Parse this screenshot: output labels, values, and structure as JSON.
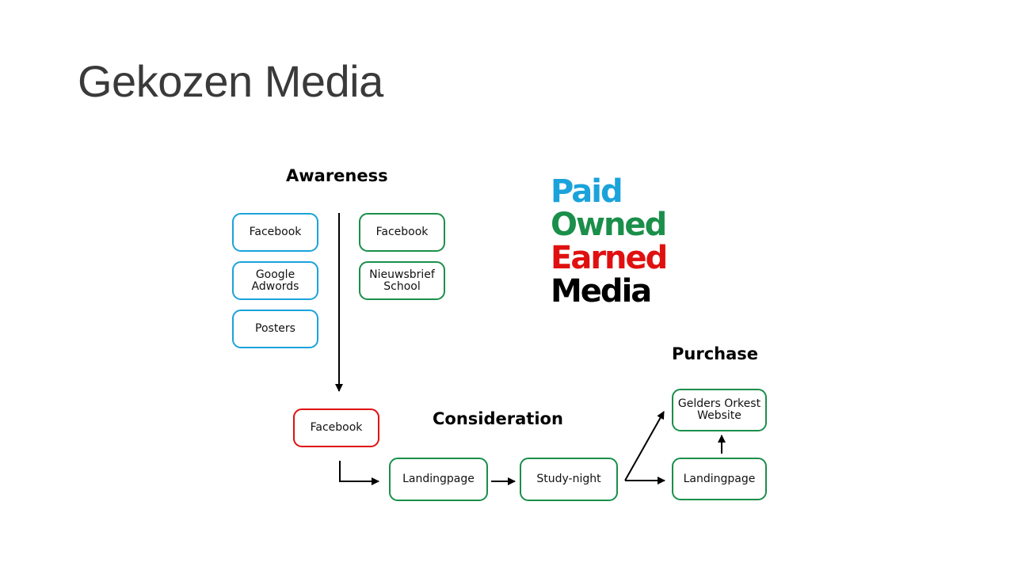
{
  "title": "Gekozen Media",
  "colors": {
    "paid": "#1aa3db",
    "owned": "#1a8f4a",
    "earned": "#e01010",
    "media": "#000000"
  },
  "legend": {
    "paid": "Paid",
    "owned": "Owned",
    "earned": "Earned",
    "media": "Media"
  },
  "stages": {
    "awareness": "Awareness",
    "consideration": "Consideration",
    "purchase": "Purchase"
  },
  "nodes": {
    "paid_facebook": {
      "label": "Facebook",
      "type": "paid"
    },
    "paid_google": {
      "label": "Google\nAdwords",
      "type": "paid"
    },
    "paid_posters": {
      "label": "Posters",
      "type": "paid"
    },
    "owned_facebook": {
      "label": "Facebook",
      "type": "owned"
    },
    "owned_newsletter": {
      "label": "Nieuwsbrief\nSchool",
      "type": "owned"
    },
    "earned_facebook": {
      "label": "Facebook",
      "type": "earned"
    },
    "consideration_landingpage": {
      "label": "Landingpage",
      "type": "owned"
    },
    "consideration_studynight": {
      "label": "Study-night",
      "type": "owned"
    },
    "purchase_website": {
      "label": "Gelders Orkest\nWebsite",
      "type": "owned"
    },
    "purchase_landingpage": {
      "label": "Landingpage",
      "type": "owned"
    }
  }
}
